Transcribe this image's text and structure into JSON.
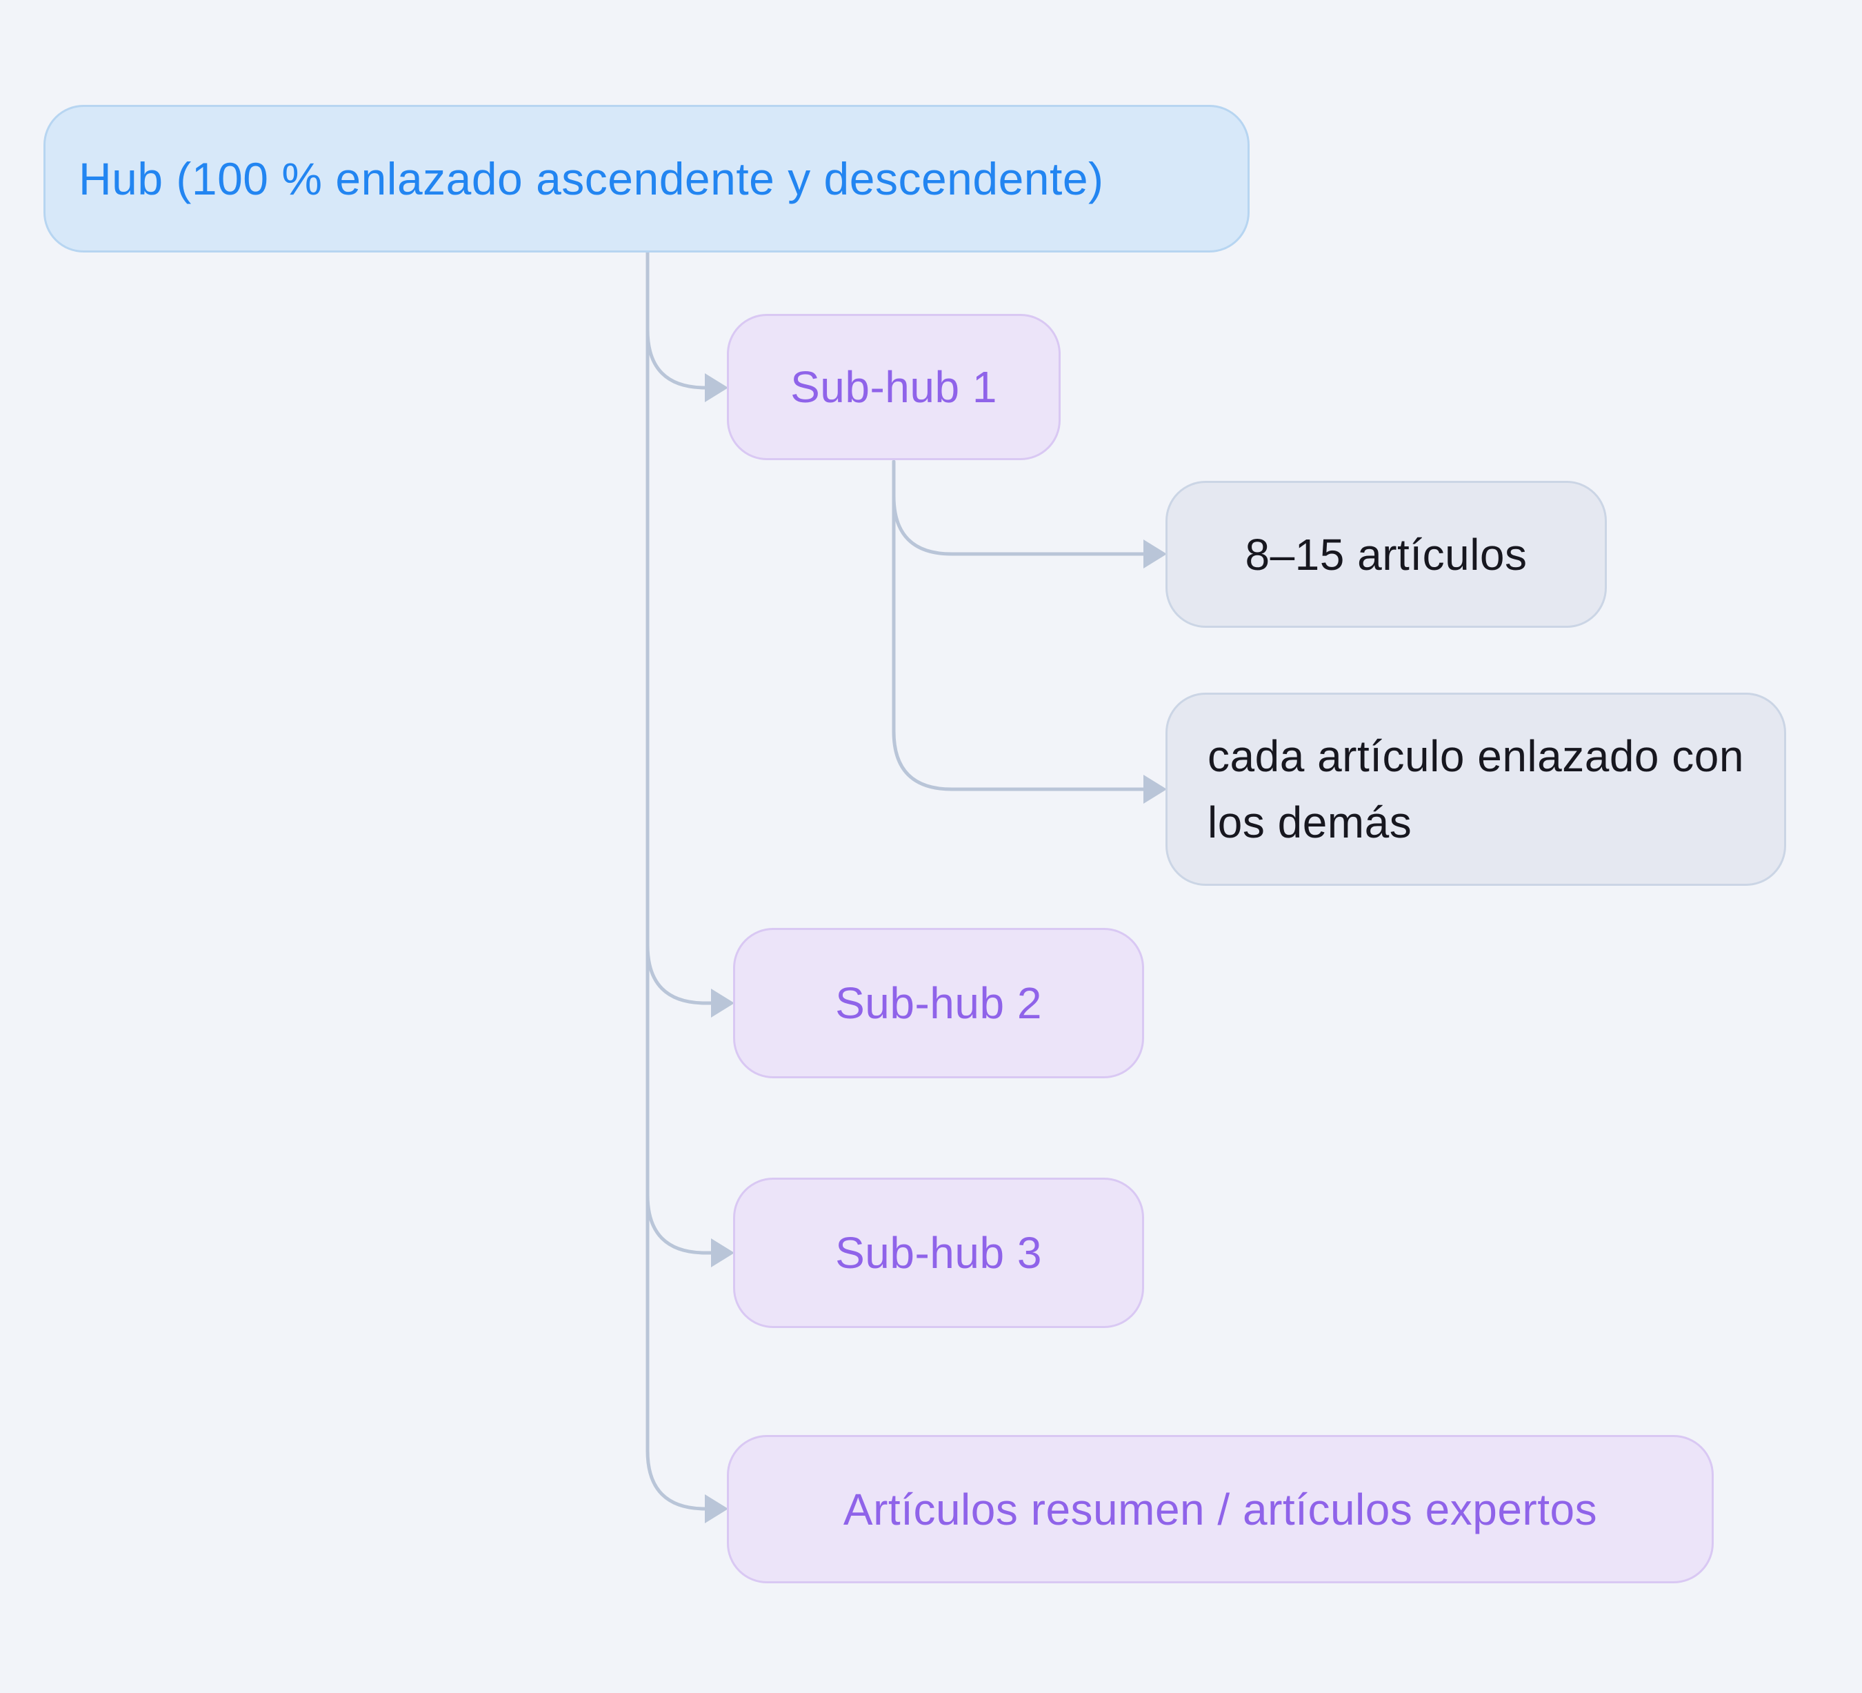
{
  "canvas": {
    "background_color": "#f2f4f9",
    "connector_color": "#b9c5d8"
  },
  "nodes": {
    "hub": {
      "label": "Hub (100 % enlazado ascendente y descendente)",
      "fill": "#d7e8f9",
      "border": "#b7d5f1",
      "text_color": "#2285f1"
    },
    "subhub1": {
      "label": "Sub-hub 1",
      "fill": "#ece4f9",
      "border": "#d9c8f3",
      "text_color": "#8f63e9"
    },
    "articles_count": {
      "label": "8–15 artículos",
      "fill": "#e5e8f1",
      "border": "#cbd5e5",
      "text_color": "#17171f"
    },
    "articles_linked": {
      "label": "cada artículo enlazado con los demás",
      "fill": "#e5e8f1",
      "border": "#cbd5e5",
      "text_color": "#17171f"
    },
    "subhub2": {
      "label": "Sub-hub 2",
      "fill": "#ece4f9",
      "border": "#d9c8f3",
      "text_color": "#8f63e9"
    },
    "subhub3": {
      "label": "Sub-hub 3",
      "fill": "#ece4f9",
      "border": "#d9c8f3",
      "text_color": "#8f63e9"
    },
    "summary": {
      "label": "Artículos resumen / artículos expertos",
      "fill": "#ece4f9",
      "border": "#d9c8f3",
      "text_color": "#8f63e9"
    }
  },
  "edges": [
    {
      "from": "hub",
      "to": "subhub1"
    },
    {
      "from": "hub",
      "to": "subhub2"
    },
    {
      "from": "hub",
      "to": "subhub3"
    },
    {
      "from": "hub",
      "to": "summary"
    },
    {
      "from": "subhub1",
      "to": "articles_count"
    },
    {
      "from": "subhub1",
      "to": "articles_linked"
    }
  ]
}
